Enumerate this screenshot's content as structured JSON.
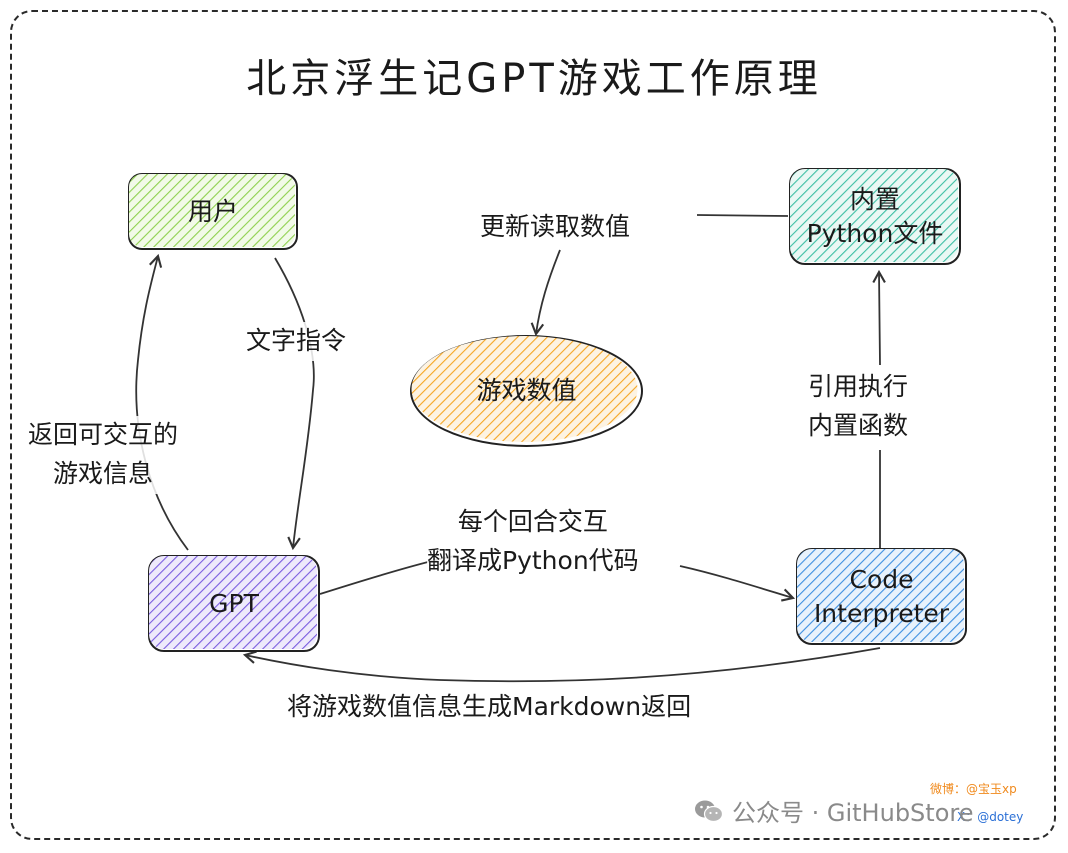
{
  "title": "北京浮生记GPT游戏工作原理",
  "nodes": {
    "user": [
      "用户"
    ],
    "builtin_file": [
      "内置",
      "Python文件"
    ],
    "game_values": [
      "游戏数值"
    ],
    "gpt": [
      "GPT"
    ],
    "code_interpreter": [
      "Code",
      "Interpreter"
    ]
  },
  "edges": {
    "text_instruction": [
      "文字指令"
    ],
    "return_info": [
      "返回可交互的",
      "游戏信息"
    ],
    "update_read": [
      "更新读取数值"
    ],
    "call_builtin": [
      "引用执行",
      "内置函数"
    ],
    "translate": [
      "每个回合交互",
      "翻译成Python代码"
    ],
    "markdown_return": [
      "将游戏数值信息生成Markdown返回"
    ]
  },
  "colors": {
    "user": "#8fd14f",
    "builtin_file": "#3ebfa4",
    "game_values": "#f5a623",
    "gpt": "#7a5ce0",
    "code_interpreter": "#3d8fe0",
    "weibo": "#f08a1d",
    "x_handle": "#2a6fd6"
  },
  "watermarks": {
    "weibo": "微博：@宝玉xp",
    "x": "X：@dotey",
    "wechat": "公众号 · GitHubStore"
  }
}
